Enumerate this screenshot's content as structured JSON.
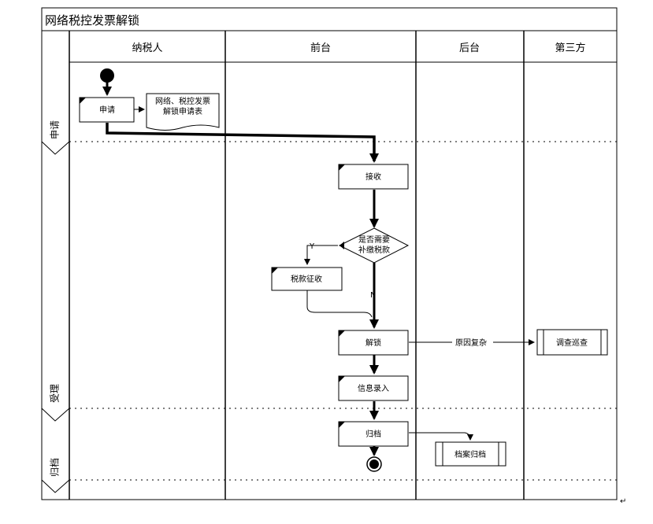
{
  "diagram_title": "网络税控发票解锁",
  "lanes": [
    {
      "label": "纳税人"
    },
    {
      "label": "前台"
    },
    {
      "label": "后台"
    },
    {
      "label": "第三方"
    }
  ],
  "phases": [
    {
      "label": "申请"
    },
    {
      "label": "受理"
    },
    {
      "label": "归档"
    }
  ],
  "nodes": {
    "apply": "申请",
    "form_line1": "网络、税控发票",
    "form_line2": "解锁申请表",
    "receive": "接收",
    "decision_line1": "是否需要",
    "decision_line2": "补缴税款",
    "tax_collect": "税款征收",
    "unlock": "解锁",
    "info_entry": "信息录入",
    "archive": "归档",
    "archive_file": "档案归档",
    "investigate": "调查巡查"
  },
  "edges": {
    "yes": "Y",
    "no": "N",
    "complex_reason": "原因复杂"
  },
  "paragraph_mark": "↵"
}
